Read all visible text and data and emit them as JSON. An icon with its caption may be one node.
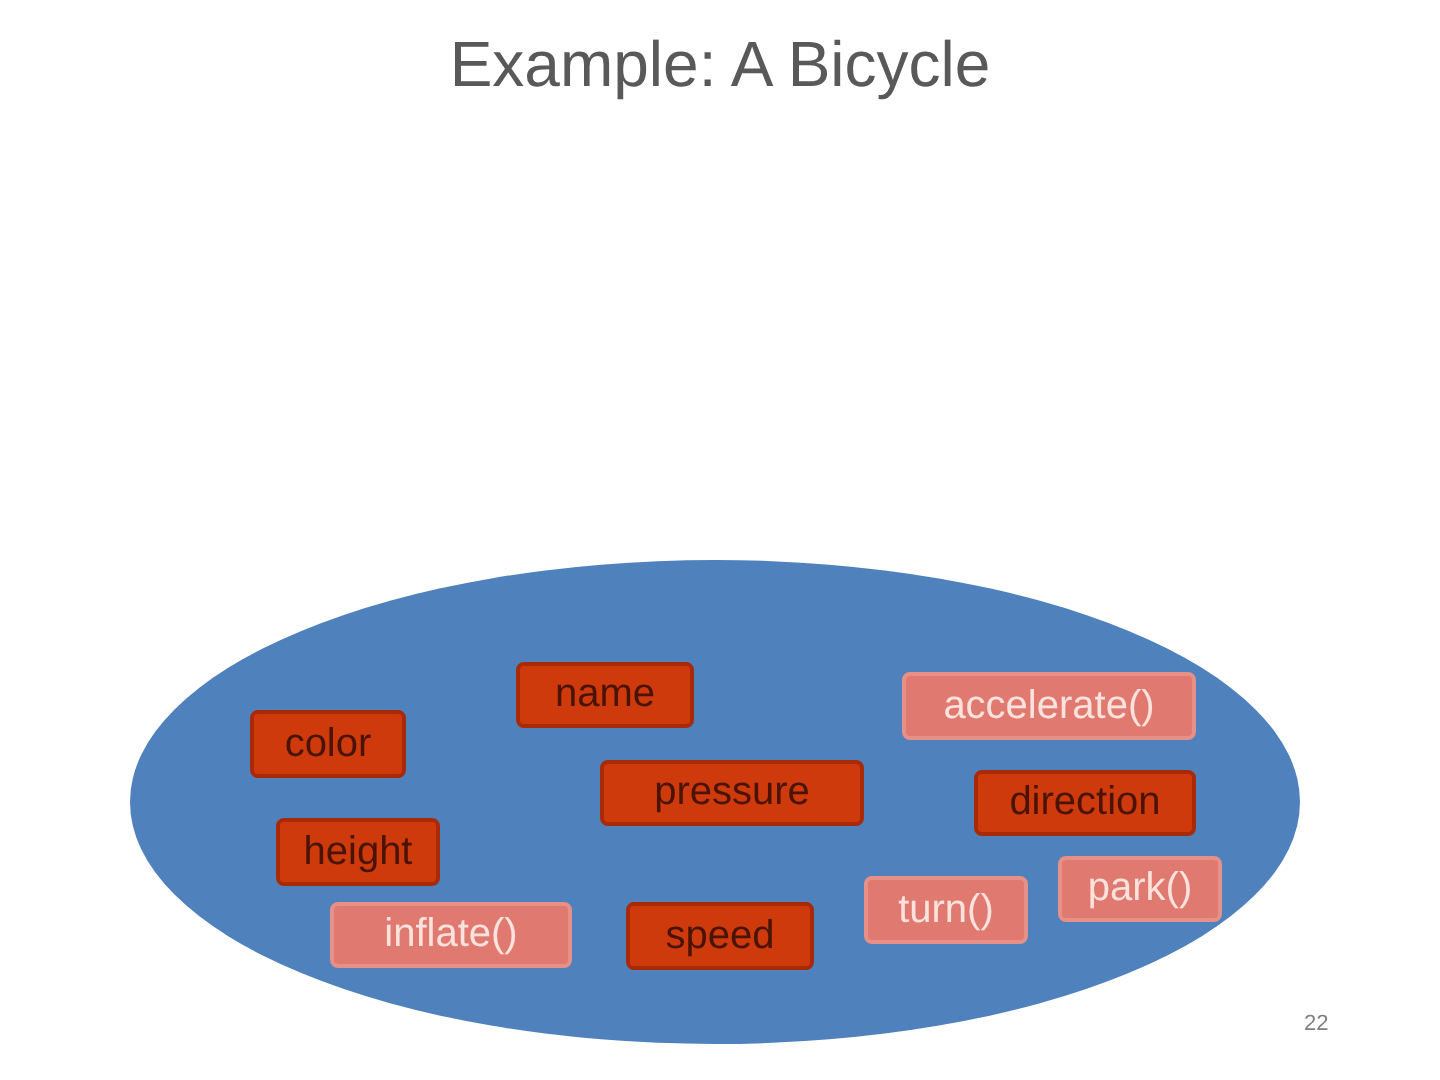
{
  "diagram": {
    "title": "Example: A Bicycle",
    "nodes": [
      {
        "text": [],
        "shape": "ellipse"
      },
      {
        "text": [
          "name"
        ],
        "in": 0
      },
      {
        "text": [
          "accelerate()"
        ],
        "in": 0
      },
      {
        "text": [
          "color"
        ],
        "in": 0
      },
      {
        "text": [
          "pressure"
        ],
        "in": 0
      },
      {
        "text": [
          "direction"
        ],
        "in": 0
      },
      {
        "text": [
          "height"
        ],
        "in": 0
      },
      {
        "text": [
          "park()"
        ],
        "in": 0
      },
      {
        "text": [
          "turn()"
        ],
        "in": 0
      },
      {
        "text": [
          "inflate()"
        ],
        "in": 0
      },
      {
        "text": [
          "speed"
        ],
        "in": 0
      }
    ],
    "labels": [
      "22"
    ]
  }
}
